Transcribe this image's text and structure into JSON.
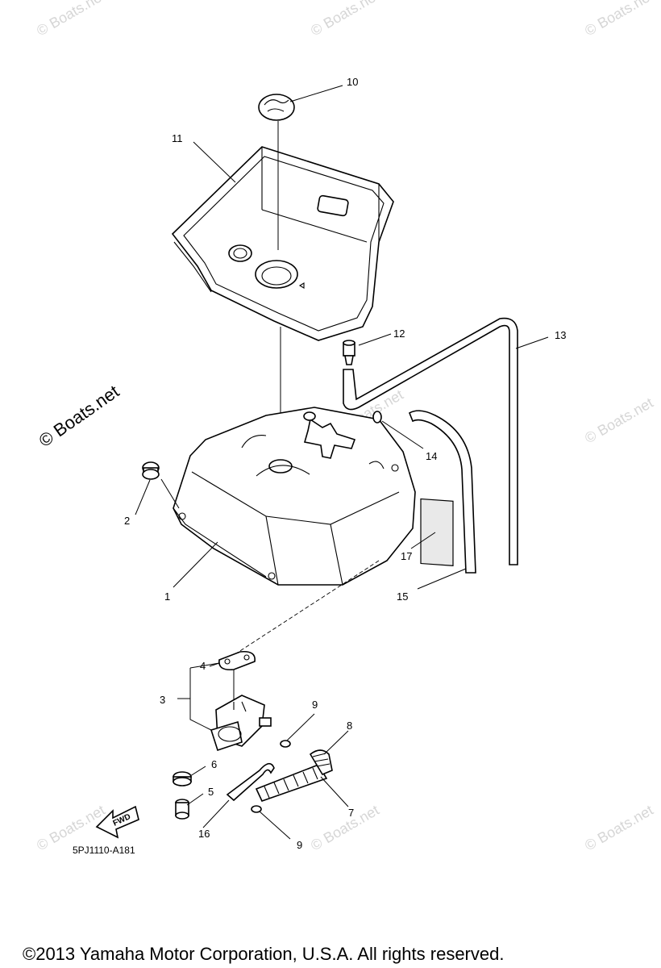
{
  "watermark_text": "© Boats.net",
  "diagram_code": "5PJ1110-A181",
  "copyright": "©2013 Yamaha Motor Corporation, U.S.A. All rights reserved.",
  "fwd_label": "FWD",
  "callouts": {
    "c1": "1",
    "c2": "2",
    "c3": "3",
    "c4": "4",
    "c5": "5",
    "c6": "6",
    "c7": "7",
    "c8": "8",
    "c9a": "9",
    "c9b": "9",
    "c10": "10",
    "c11": "11",
    "c12": "12",
    "c13": "13",
    "c14": "14",
    "c15": "15",
    "c16": "16",
    "c17": "17"
  }
}
